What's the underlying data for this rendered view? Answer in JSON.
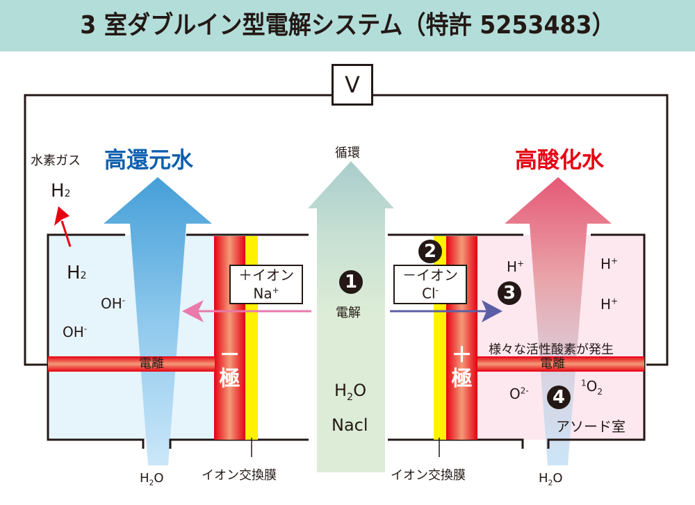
{
  "header": {
    "title": "3 室ダブルイン型電解システム（特許 5253483）"
  },
  "circuit": {
    "voltmeter_label": "V"
  },
  "left_side": {
    "title": "高還元水",
    "gas_label": "水素ガス",
    "gas_formula": "H",
    "gas_formula_sub": "2",
    "chamber_h2": "H",
    "chamber_h2_sub": "2",
    "oh1": "OH",
    "oh1_sup": "-",
    "oh2": "OH",
    "oh2_sup": "-",
    "ionization": "電離",
    "electrode_sign": "－",
    "electrode_char": "極",
    "ion_box_line1": "＋イオン",
    "ion_box_line2": "Na",
    "ion_box_sup": "+",
    "outlet": "H",
    "outlet_sub": "2",
    "outlet_tail": "O",
    "membrane_label": "イオン交換膜"
  },
  "center": {
    "circulation": "循環",
    "step1": "1",
    "electrolysis": "電解",
    "h2o": "H",
    "h2o_sub": "2",
    "h2o_tail": "O",
    "nacl": "Nacl"
  },
  "right_side": {
    "title": "高酸化水",
    "step2": "2",
    "ion_box_line1": "－イオン",
    "ion_box_line2": "Cl",
    "ion_box_sup": "-",
    "step3": "3",
    "h_plus_1": "H",
    "h_plus_2": "H",
    "h_plus_3": "H",
    "h_sup": "+",
    "active_oxygen": "様々な活性酸素が発生",
    "ionization": "電離",
    "electrode_sign": "＋",
    "electrode_char": "極",
    "o2minus": "O",
    "o2minus_sup": "2-",
    "singlet_sup": "1",
    "singlet": "O",
    "singlet_sub": "2",
    "step4": "4",
    "anode_chamber": "アソード室",
    "outlet": "H",
    "outlet_sub": "2",
    "outlet_tail": "O",
    "membrane_label": "イオン交換膜"
  },
  "colors": {
    "header_bg": "#b3ddd9",
    "reduced_water": "#0e5fae",
    "oxidized_water": "#e60012",
    "electrode_red": "#e8261c",
    "membrane_yellow": "#fff100",
    "cathode_chamber": "#e6f4fc",
    "anode_chamber": "#fde8f0",
    "center_column": "#dcecd6",
    "na_arrow": "#e97aa9",
    "cl_arrow": "#5b5ea6"
  }
}
